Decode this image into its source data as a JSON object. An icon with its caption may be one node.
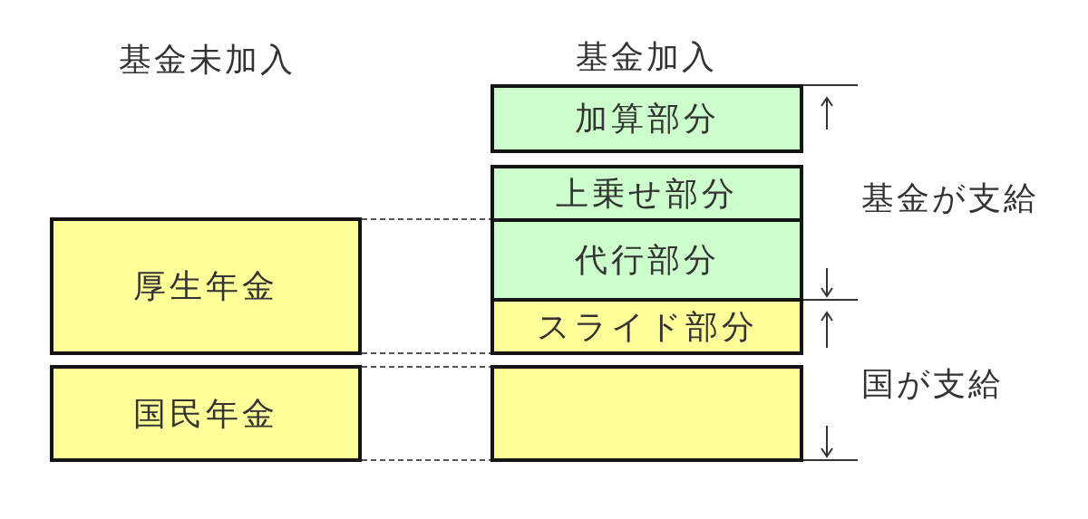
{
  "diagram": {
    "nodes": [
      {
        "text": [
          "厚生年金"
        ]
      },
      {
        "text": [
          "国民年金"
        ]
      },
      {
        "text": [
          "加算部分"
        ]
      },
      {
        "text": [
          "上乗せ部分"
        ]
      },
      {
        "text": [
          "代行部分"
        ]
      },
      {
        "text": [
          "スライド部分"
        ]
      },
      {
        "text": [],
        "shape": "box"
      }
    ],
    "edges": [
      {
        "from": 0,
        "to": 4,
        "arrow": "none",
        "style": "dashed"
      },
      {
        "from": 0,
        "to": 5,
        "arrow": "none",
        "style": "dashed"
      },
      {
        "from": 1,
        "to": 6,
        "arrow": "none",
        "style": "dashed"
      },
      {
        "from": 1,
        "to": 6,
        "arrow": "none",
        "style": "dashed"
      }
    ],
    "labels": [
      "基金未加入",
      "基金加入",
      "基金が支給",
      "国が支給"
    ]
  }
}
